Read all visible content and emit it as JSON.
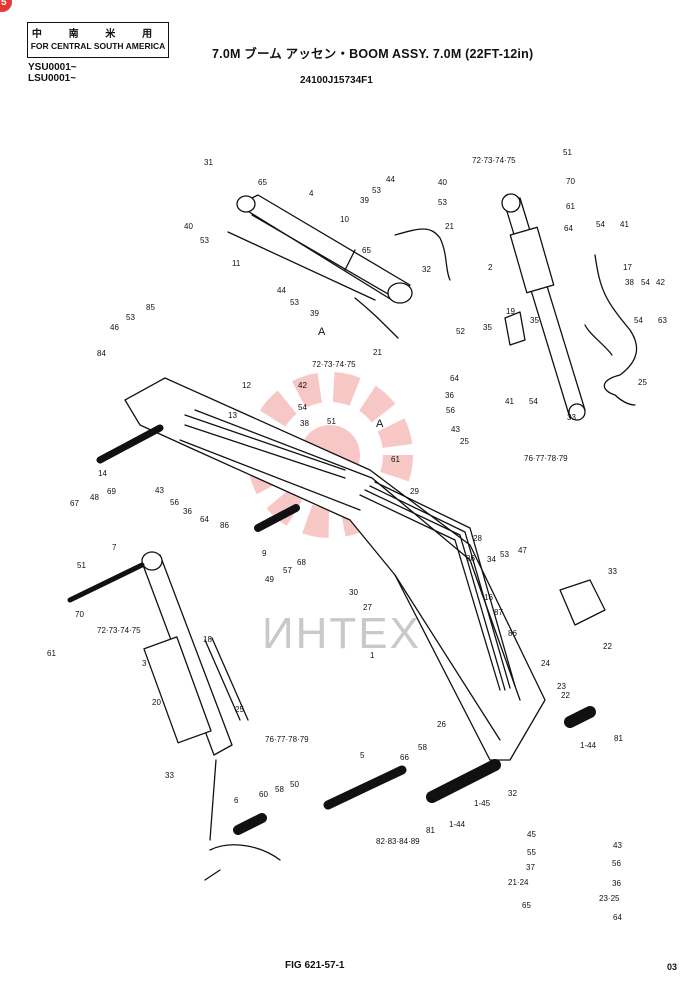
{
  "header": {
    "region_chinese": "中 南 米 用",
    "region_english": "FOR CENTRAL SOUTH AMERICA",
    "serial_1": "YSU0001~",
    "serial_2": "LSU0001~",
    "title": "7.0M ブーム アッセン・BOOM ASSY. 7.0M (22FT-12in)",
    "part_number": "24100J15734F1"
  },
  "watermark": {
    "text": "ИНТЕХ",
    "color": "#e53935"
  },
  "footer": {
    "figure": "FIG 621-57-1",
    "page": "03"
  },
  "corner_mark": {
    "text": "5"
  },
  "diagram": {
    "labels": [
      {
        "id": "31a",
        "text": "31"
      },
      {
        "id": "65a",
        "text": "65"
      },
      {
        "id": "4",
        "text": "4"
      },
      {
        "id": "44a",
        "text": "44"
      },
      {
        "id": "40a",
        "text": "40"
      },
      {
        "id": "53a",
        "text": "53"
      },
      {
        "id": "39a",
        "text": "39"
      },
      {
        "id": "53b",
        "text": "53"
      },
      {
        "id": "10",
        "text": "10"
      },
      {
        "id": "21a",
        "text": "21"
      },
      {
        "id": "40b",
        "text": "40"
      },
      {
        "id": "53c",
        "text": "53"
      },
      {
        "id": "65b",
        "text": "65"
      },
      {
        "id": "32a",
        "text": "32"
      },
      {
        "id": "11",
        "text": "11"
      },
      {
        "id": "44b",
        "text": "44"
      },
      {
        "id": "53d",
        "text": "53"
      },
      {
        "id": "39b",
        "text": "39"
      },
      {
        "id": "A1",
        "text": "A"
      },
      {
        "id": "21b",
        "text": "21"
      },
      {
        "id": "72a",
        "text": "72·73·74·75"
      },
      {
        "id": "72b",
        "text": "72·73·74·75"
      },
      {
        "id": "51a",
        "text": "51"
      },
      {
        "id": "70a",
        "text": "70"
      },
      {
        "id": "61a",
        "text": "61"
      },
      {
        "id": "64a",
        "text": "64"
      },
      {
        "id": "54a",
        "text": "54"
      },
      {
        "id": "41a",
        "text": "41"
      },
      {
        "id": "2",
        "text": "2"
      },
      {
        "id": "17",
        "text": "17"
      },
      {
        "id": "38a",
        "text": "38"
      },
      {
        "id": "54b",
        "text": "54"
      },
      {
        "id": "42a",
        "text": "42"
      },
      {
        "id": "53e",
        "text": "53"
      },
      {
        "id": "85",
        "text": "85"
      },
      {
        "id": "46",
        "text": "46"
      },
      {
        "id": "84",
        "text": "84"
      },
      {
        "id": "52",
        "text": "52"
      },
      {
        "id": "35a",
        "text": "35"
      },
      {
        "id": "19",
        "text": "19"
      },
      {
        "id": "35b",
        "text": "35"
      },
      {
        "id": "54c",
        "text": "54"
      },
      {
        "id": "63",
        "text": "63"
      },
      {
        "id": "64b",
        "text": "64"
      },
      {
        "id": "25a",
        "text": "25"
      },
      {
        "id": "12",
        "text": "12"
      },
      {
        "id": "42b",
        "text": "42"
      },
      {
        "id": "54d",
        "text": "54"
      },
      {
        "id": "13",
        "text": "13"
      },
      {
        "id": "38b",
        "text": "38"
      },
      {
        "id": "36a",
        "text": "36"
      },
      {
        "id": "41b",
        "text": "41"
      },
      {
        "id": "54e",
        "text": "54"
      },
      {
        "id": "56a",
        "text": "56"
      },
      {
        "id": "33a",
        "text": "33"
      },
      {
        "id": "43a",
        "text": "43"
      },
      {
        "id": "25b",
        "text": "25"
      },
      {
        "id": "51b",
        "text": "51"
      },
      {
        "id": "A2",
        "text": "A"
      },
      {
        "id": "76a",
        "text": "76·77·78·79"
      },
      {
        "id": "61b",
        "text": "61"
      },
      {
        "id": "14",
        "text": "14"
      },
      {
        "id": "69",
        "text": "69"
      },
      {
        "id": "48",
        "text": "48"
      },
      {
        "id": "67",
        "text": "67"
      },
      {
        "id": "43b",
        "text": "43"
      },
      {
        "id": "56b",
        "text": "56"
      },
      {
        "id": "36b",
        "text": "36"
      },
      {
        "id": "64c",
        "text": "64"
      },
      {
        "id": "86a",
        "text": "86"
      },
      {
        "id": "29",
        "text": "29"
      },
      {
        "id": "9",
        "text": "9"
      },
      {
        "id": "28",
        "text": "28"
      },
      {
        "id": "7",
        "text": "7"
      },
      {
        "id": "51c",
        "text": "51"
      },
      {
        "id": "68",
        "text": "68"
      },
      {
        "id": "57",
        "text": "57"
      },
      {
        "id": "49",
        "text": "49"
      },
      {
        "id": "86b",
        "text": "86"
      },
      {
        "id": "34",
        "text": "34"
      },
      {
        "id": "53f",
        "text": "53"
      },
      {
        "id": "47",
        "text": "47"
      },
      {
        "id": "30",
        "text": "30"
      },
      {
        "id": "27",
        "text": "27"
      },
      {
        "id": "16",
        "text": "16"
      },
      {
        "id": "33b",
        "text": "33"
      },
      {
        "id": "70b",
        "text": "70"
      },
      {
        "id": "72c",
        "text": "72·73·74·75"
      },
      {
        "id": "87",
        "text": "87"
      },
      {
        "id": "22a",
        "text": "22"
      },
      {
        "id": "61c",
        "text": "61"
      },
      {
        "id": "18",
        "text": "18"
      },
      {
        "id": "86c",
        "text": "86"
      },
      {
        "id": "3",
        "text": "3"
      },
      {
        "id": "1",
        "text": "1"
      },
      {
        "id": "24",
        "text": "24"
      },
      {
        "id": "23",
        "text": "23"
      },
      {
        "id": "22b",
        "text": "22"
      },
      {
        "id": "20",
        "text": "20"
      },
      {
        "id": "25c",
        "text": "25"
      },
      {
        "id": "26",
        "text": "26"
      },
      {
        "id": "81a",
        "text": "81"
      },
      {
        "id": "1-44a",
        "text": "1-44"
      },
      {
        "id": "76b",
        "text": "76·77·78·79"
      },
      {
        "id": "33c",
        "text": "33"
      },
      {
        "id": "5",
        "text": "5"
      },
      {
        "id": "66",
        "text": "66"
      },
      {
        "id": "58a",
        "text": "58"
      },
      {
        "id": "50a",
        "text": "50"
      },
      {
        "id": "58b",
        "text": "58"
      },
      {
        "id": "60",
        "text": "60"
      },
      {
        "id": "6",
        "text": "6"
      },
      {
        "id": "32b",
        "text": "32"
      },
      {
        "id": "1-45",
        "text": "1-45"
      },
      {
        "id": "81b",
        "text": "81"
      },
      {
        "id": "1-44b",
        "text": "1-44"
      },
      {
        "id": "82",
        "text": "82·83·84·89"
      },
      {
        "id": "45",
        "text": "45"
      },
      {
        "id": "55",
        "text": "55"
      },
      {
        "id": "37",
        "text": "37"
      },
      {
        "id": "21-24",
        "text": "21·24"
      },
      {
        "id": "65c",
        "text": "65"
      },
      {
        "id": "43c",
        "text": "43"
      },
      {
        "id": "56c",
        "text": "56"
      },
      {
        "id": "36c",
        "text": "36"
      },
      {
        "id": "23-25",
        "text": "23·25"
      },
      {
        "id": "64d",
        "text": "64"
      }
    ]
  }
}
